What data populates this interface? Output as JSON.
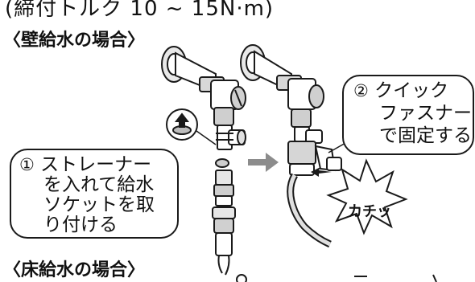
{
  "torque_note": "(締付トルク 10 ~ 15N·m)",
  "sections": {
    "wall": "〈壁給水の場合〉",
    "floor": "〈床給水の場合〉"
  },
  "callout1": {
    "num": "①",
    "line1": "ストレーナー",
    "line2": "を入れて給水",
    "line3": "ソケットを取",
    "line4": "り付ける"
  },
  "callout2": {
    "num": "②",
    "line1": "クイック",
    "line2": "ファスナー",
    "line3": "で固定する"
  },
  "click_sound": "カチッ",
  "icons": [
    "up-arrow-icon",
    "strainer-icon",
    "right-arrow-icon",
    "faucet-left-icon",
    "faucet-right-icon",
    "hose-icon"
  ],
  "colors": {
    "ink": "#1a1a1a",
    "gray_arrow": "#8c8c8c",
    "body_shade": "#d0d0d0"
  }
}
